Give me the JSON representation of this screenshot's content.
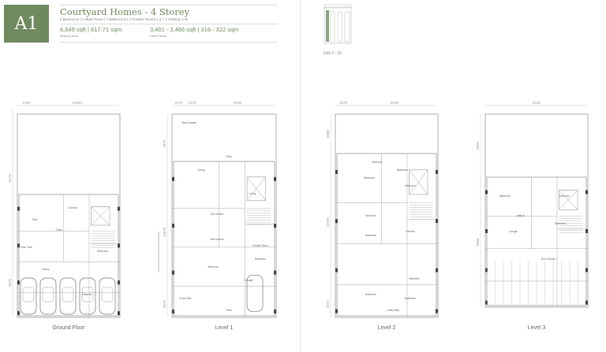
{
  "header": {
    "unit_code": "A1",
    "title": "Courtyard Homes - 4 Storey",
    "specs": "6 Bedrooms  |  1 Maid Room  |  7 Bathrooms  |  2 Powder Rooms  |  5 + 1 Parking Lots",
    "built_up": {
      "value": "6,649 sqft | 617.71 sqm",
      "label": "Built-up Area"
    },
    "land": {
      "value": "3,401 - 3,466 sqft | 316 - 322 sqm",
      "label": "Land Parcel"
    }
  },
  "key_plan": {
    "label": "Unit 2 - 20"
  },
  "colors": {
    "accent": "#6f8a5f",
    "line": "#9a9a9a"
  },
  "plans": [
    {
      "label": "Ground Floor",
      "dims_top": [
        "2150",
        "10650"
      ],
      "dims_side": [
        "8175",
        "5625"
      ],
      "rooms": [
        "Corridor",
        "Yard",
        "Open Yard",
        "Pantry",
        "Foyer",
        "Entrance",
        "Bathroom"
      ]
    },
    {
      "label": "Level 1",
      "dims_top": [
        "2075",
        "1575",
        "9150"
      ],
      "dims_side": [
        "7675",
        "13925",
        "2875"
      ],
      "rooms": [
        "Patio",
        "Main Garden",
        "Dining",
        "Living",
        "Dry Kitchen",
        "Wet Kitchen",
        "Bedroom",
        "Powder Room",
        "Bathroom",
        "Garage",
        "Front Yard",
        "Patio"
      ]
    },
    {
      "label": "Level 2",
      "dims_top": [
        "1575",
        "9150"
      ],
      "dims_side": [
        "5000",
        "13925",
        "2875"
      ],
      "rooms": [
        "Bedroom",
        "Bedroom",
        "Bathroom",
        "Bathroom",
        "Corridor",
        "Bedroom",
        "Bedroom",
        "Bathroom",
        "Bathroom",
        "Bathroom",
        "Lobby Way"
      ]
    },
    {
      "label": "Level 3",
      "dims_top": [
        "9150"
      ],
      "dims_side": [
        "5000",
        "9800"
      ],
      "rooms": [
        "Bathroom",
        "Bedroom",
        "Walk-in",
        "Lounge",
        "Bathroom",
        "Roof Terrace"
      ]
    }
  ]
}
